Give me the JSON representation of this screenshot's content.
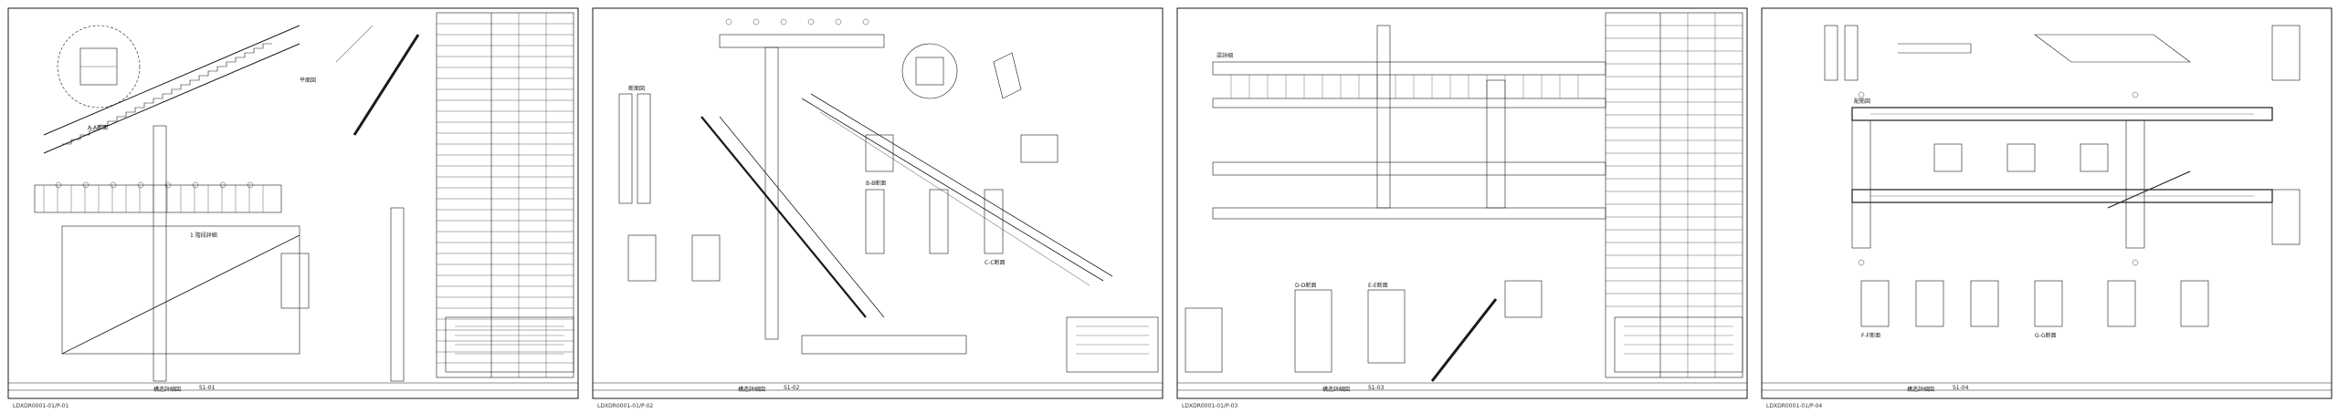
{
  "strip": {
    "background": "#ffffff",
    "line_color": "#1a1a1a"
  },
  "sheets": [
    {
      "id": "sheet-1",
      "title": "構造詳細図",
      "sheet_no": "S1-01",
      "footer_note": "LDXDR0001-01/P-01",
      "label_1": "A-A断面",
      "label_2": "1 階段詳細",
      "label_3": "平面図"
    },
    {
      "id": "sheet-2",
      "title": "構造詳細図",
      "sheet_no": "S1-02",
      "footer_note": "LDXDR0001-01/P-02",
      "label_1": "断面図",
      "label_2": "B-B断面",
      "label_3": "C-C断面"
    },
    {
      "id": "sheet-3",
      "title": "構造詳細図",
      "sheet_no": "S1-03",
      "footer_note": "LDXDR0001-01/P-03",
      "label_1": "梁詳細",
      "label_2": "D-D断面",
      "label_3": "E-E断面"
    },
    {
      "id": "sheet-4",
      "title": "構造詳細図",
      "sheet_no": "S1-04",
      "footer_note": "LDXDR0001-01/P-04",
      "label_1": "配筋図",
      "label_2": "F-F断面",
      "label_3": "G-G断面"
    }
  ]
}
